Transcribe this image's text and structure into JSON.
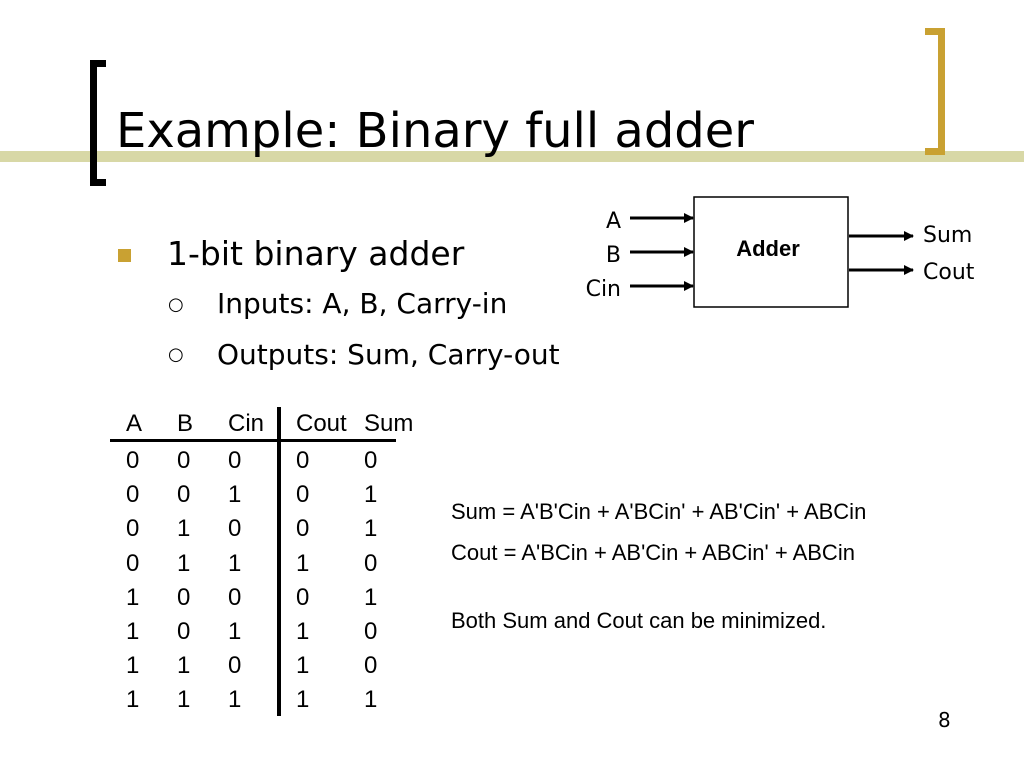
{
  "slide": {
    "title": "Example: Binary full adder",
    "bullets": [
      {
        "text": "1-bit binary adder"
      },
      {
        "text": "Inputs: A, B, Carry-in"
      },
      {
        "text": "Outputs: Sum, Carry-out"
      }
    ],
    "sub_bullet_marker": "○",
    "page_number": "8",
    "colors": {
      "accent": "#c9a132",
      "band": "#d8d8a6"
    }
  },
  "diagram": {
    "block_label": "Adder",
    "inputs": [
      "A",
      "B",
      "Cin"
    ],
    "outputs": [
      "Sum",
      "Cout"
    ]
  },
  "truth_table": {
    "headers": [
      "A",
      "B",
      "Cin",
      "Cout",
      "Sum"
    ],
    "rows": [
      [
        "0",
        "0",
        "0",
        "0",
        "0"
      ],
      [
        "0",
        "0",
        "1",
        "0",
        "1"
      ],
      [
        "0",
        "1",
        "0",
        "0",
        "1"
      ],
      [
        "0",
        "1",
        "1",
        "1",
        "0"
      ],
      [
        "1",
        "0",
        "0",
        "0",
        "1"
      ],
      [
        "1",
        "0",
        "1",
        "1",
        "0"
      ],
      [
        "1",
        "1",
        "0",
        "1",
        "0"
      ],
      [
        "1",
        "1",
        "1",
        "1",
        "1"
      ]
    ]
  },
  "equations": {
    "sum": "Sum = A'B'Cin + A'BCin' + AB'Cin' + ABCin",
    "cout": "Cout = A'BCin + AB'Cin + ABCin' + ABCin",
    "note": "Both Sum and Cout can be minimized."
  }
}
